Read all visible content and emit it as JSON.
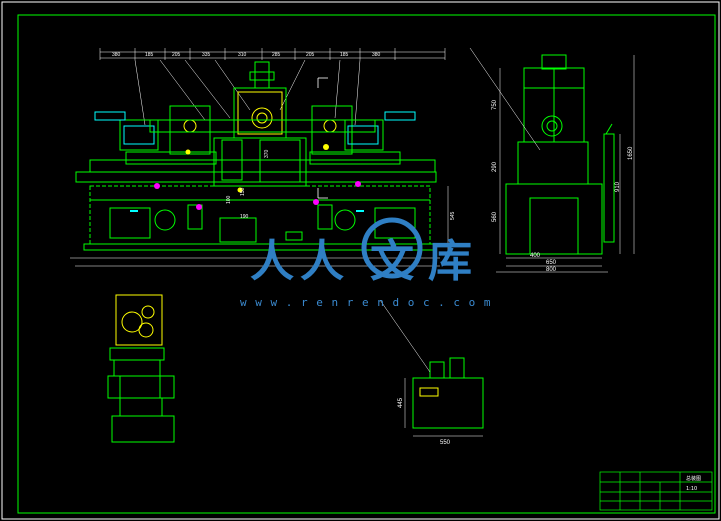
{
  "drawing": {
    "colors": {
      "background": "#000000",
      "frame": "#00ff00",
      "outline": "#00ff00",
      "dimension": "#ffffff",
      "yellow": "#ffff00",
      "cyan": "#00ffff",
      "magenta": "#ff00ff",
      "watermark": "#2f7fc4"
    },
    "dims": {
      "top_380": "380",
      "top_185": "185",
      "top_205": "205",
      "top_335": "335",
      "top_310": "310",
      "top_285": "285",
      "top_205b": "205",
      "top_185b": "185",
      "top_380b": "380",
      "center_370": "370",
      "center_150": "150",
      "center_100": "100",
      "center_190": "190",
      "right_545": "545",
      "side_750": "750",
      "side_290": "290",
      "side_560": "560",
      "side_1650": "1650",
      "side_910": "910",
      "side_400": "400",
      "side_650": "650",
      "side_800": "800",
      "tank_445": "445",
      "tank_550": "550"
    },
    "watermark": {
      "chars": [
        "人",
        "人",
        "文",
        "库"
      ],
      "url": "w w w . r e n r e n d o c . c o m"
    },
    "title_block": {
      "name": "总装图",
      "scale": "1:10"
    }
  }
}
